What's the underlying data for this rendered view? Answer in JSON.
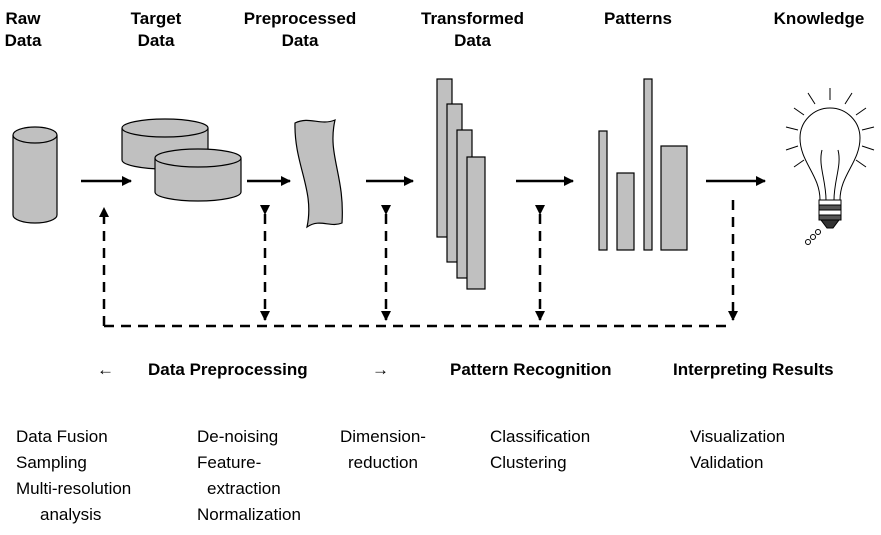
{
  "stages": {
    "raw": {
      "line1": "Raw",
      "line2": "Data"
    },
    "target": {
      "line1": "Target",
      "line2": "Data"
    },
    "preprocessed": {
      "line1": "Preprocessed",
      "line2": "Data"
    },
    "transformed": {
      "line1": "Transformed",
      "line2": "Data"
    },
    "patterns": {
      "line1": "Patterns"
    },
    "knowledge": {
      "line1": "Knowledge"
    }
  },
  "phases": {
    "preprocessing": "Data Preprocessing",
    "left_arrow": "←",
    "right_arrow": "→",
    "recognition": "Pattern Recognition",
    "interpreting": "Interpreting Results"
  },
  "techniques": {
    "col1": [
      "Data Fusion",
      "Sampling",
      "Multi-resolution",
      "analysis"
    ],
    "col2": [
      "De-noising",
      "Feature-",
      "extraction",
      "Normalization"
    ],
    "col3": [
      "Dimension-",
      "reduction"
    ],
    "col4": [
      "Classification",
      "Clustering"
    ],
    "col5": [
      "Visualization",
      "Validation"
    ]
  },
  "colors": {
    "shape_fill": "#c0c0c0",
    "stroke": "#000000"
  }
}
